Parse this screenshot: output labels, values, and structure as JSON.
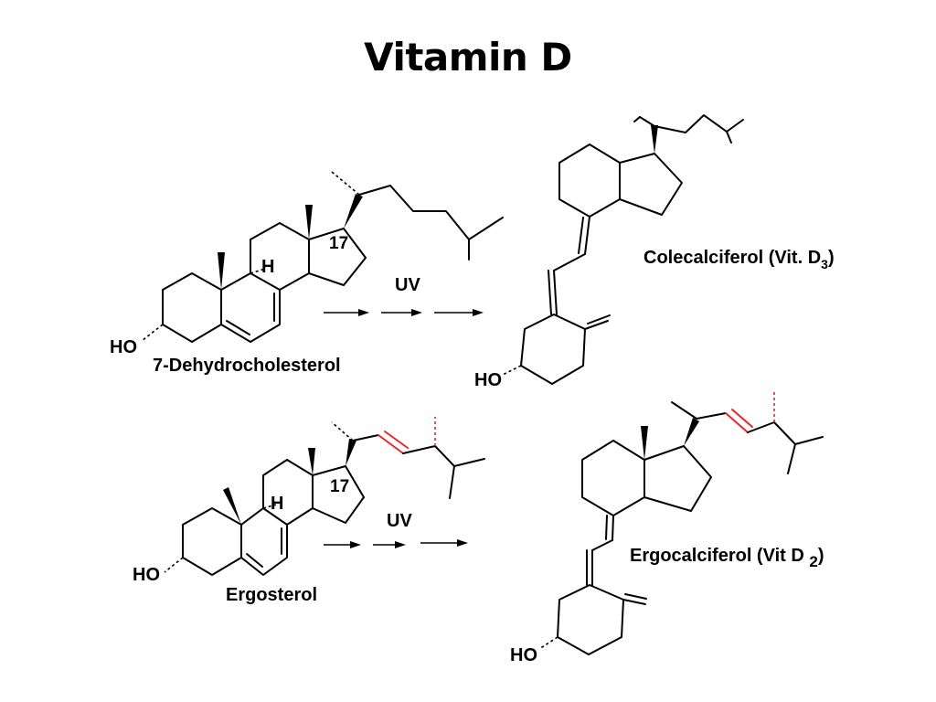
{
  "title": "Vitamin D",
  "molecules": {
    "dehydrocholesterol": {
      "name": "7-Dehydrocholesterol",
      "ho": "HO",
      "h": "H",
      "position_label": "17"
    },
    "colecalciferol": {
      "name_prefix": "Colecalciferol (Vit. D",
      "name_sub": "3",
      "name_suffix": ")",
      "ho": "HO"
    },
    "ergosterol": {
      "name": "Ergosterol",
      "ho": "HO",
      "h": "H",
      "position_label": "17"
    },
    "ergocalciferol": {
      "name_prefix": "Ergocalciferol (Vit D ",
      "name_sub": "2",
      "name_suffix": ")",
      "ho": "HO"
    }
  },
  "reactions": {
    "top": {
      "condition": "UV"
    },
    "bottom": {
      "condition": "UV"
    }
  },
  "colors": {
    "highlight": "#e8262b",
    "ink": "#000000"
  }
}
